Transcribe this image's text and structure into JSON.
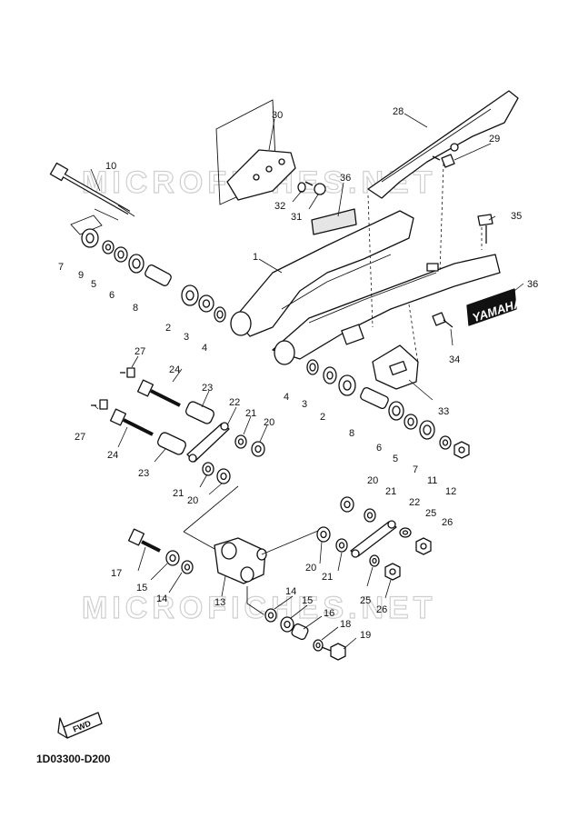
{
  "watermark": "MICROFICHES.NET",
  "diagram_code": "1D03300-D200",
  "fwd_label": "FWD",
  "logo_label": "YAMAHA",
  "callouts": [
    {
      "id": "c30a",
      "text": "30"
    },
    {
      "id": "c28",
      "text": "28"
    },
    {
      "id": "c29",
      "text": "29"
    },
    {
      "id": "c10",
      "text": "10"
    },
    {
      "id": "c36a",
      "text": "36"
    },
    {
      "id": "c32",
      "text": "32"
    },
    {
      "id": "c31",
      "text": "31"
    },
    {
      "id": "c35",
      "text": "35"
    },
    {
      "id": "c7a",
      "text": "7"
    },
    {
      "id": "c9",
      "text": "9"
    },
    {
      "id": "c5a",
      "text": "5"
    },
    {
      "id": "c6a",
      "text": "6"
    },
    {
      "id": "c8a",
      "text": "8"
    },
    {
      "id": "c1",
      "text": "1"
    },
    {
      "id": "c36b",
      "text": "36"
    },
    {
      "id": "c2a",
      "text": "2"
    },
    {
      "id": "c3a",
      "text": "3"
    },
    {
      "id": "c4a",
      "text": "4"
    },
    {
      "id": "c34",
      "text": "34"
    },
    {
      "id": "c27a",
      "text": "27"
    },
    {
      "id": "c24a",
      "text": "24"
    },
    {
      "id": "c23a",
      "text": "23"
    },
    {
      "id": "c4b",
      "text": "4"
    },
    {
      "id": "c3b",
      "text": "3"
    },
    {
      "id": "c2b",
      "text": "2"
    },
    {
      "id": "c33",
      "text": "33"
    },
    {
      "id": "c22a",
      "text": "22"
    },
    {
      "id": "c21a",
      "text": "21"
    },
    {
      "id": "c20a",
      "text": "20"
    },
    {
      "id": "c27b",
      "text": "27"
    },
    {
      "id": "c24b",
      "text": "24"
    },
    {
      "id": "c8b",
      "text": "8"
    },
    {
      "id": "c6b",
      "text": "6"
    },
    {
      "id": "c5b",
      "text": "5"
    },
    {
      "id": "c7b",
      "text": "7"
    },
    {
      "id": "c11",
      "text": "11"
    },
    {
      "id": "c12",
      "text": "12"
    },
    {
      "id": "c23b",
      "text": "23"
    },
    {
      "id": "c21b",
      "text": "21"
    },
    {
      "id": "c20b",
      "text": "20"
    },
    {
      "id": "c20c",
      "text": "20"
    },
    {
      "id": "c21c",
      "text": "21"
    },
    {
      "id": "c22b",
      "text": "22"
    },
    {
      "id": "c25a",
      "text": "25"
    },
    {
      "id": "c26a",
      "text": "26"
    },
    {
      "id": "c17",
      "text": "17"
    },
    {
      "id": "c15a",
      "text": "15"
    },
    {
      "id": "c14a",
      "text": "14"
    },
    {
      "id": "c13",
      "text": "13"
    },
    {
      "id": "c20d",
      "text": "20"
    },
    {
      "id": "c21d",
      "text": "21"
    },
    {
      "id": "c25b",
      "text": "25"
    },
    {
      "id": "c26b",
      "text": "26"
    },
    {
      "id": "c14b",
      "text": "14"
    },
    {
      "id": "c15b",
      "text": "15"
    },
    {
      "id": "c16",
      "text": "16"
    },
    {
      "id": "c18",
      "text": "18"
    },
    {
      "id": "c19",
      "text": "19"
    }
  ]
}
